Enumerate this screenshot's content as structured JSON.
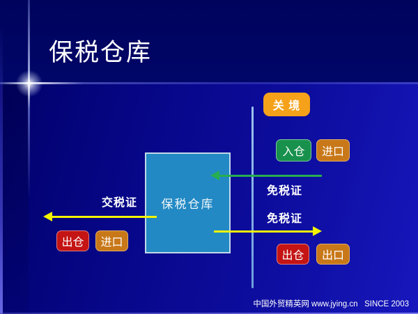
{
  "slide": {
    "title": "保税仓库",
    "footer": "中国外贸精英网 www.jying.cn   SINCE 2003"
  },
  "diagram": {
    "customs_territory": "关 境",
    "warehouse": "保税仓库",
    "annotations": {
      "pay_tax_certificate": "交税证",
      "tax_free_certificate_inbound": "免税证",
      "tax_free_certificate_outbound": "免税证"
    },
    "badges": {
      "enter_warehouse": "入仓",
      "import_inbound": "进口",
      "exit_warehouse_domestic": "出仓",
      "import_domestic": "进口",
      "exit_warehouse_export": "出仓",
      "export_outbound": "出口"
    },
    "colors": {
      "customs_badge": "#F5A11A",
      "green_badge": "#18914D",
      "orange_badge": "#C87818",
      "red_badge": "#C41414",
      "warehouse_box": "#2289C4",
      "green_arrow": "#27AE50",
      "yellow_arrow": "#F4F400",
      "separator_line": "#7AA7DD",
      "background_top": "#000463",
      "background_main": "#0D0D9E"
    }
  }
}
